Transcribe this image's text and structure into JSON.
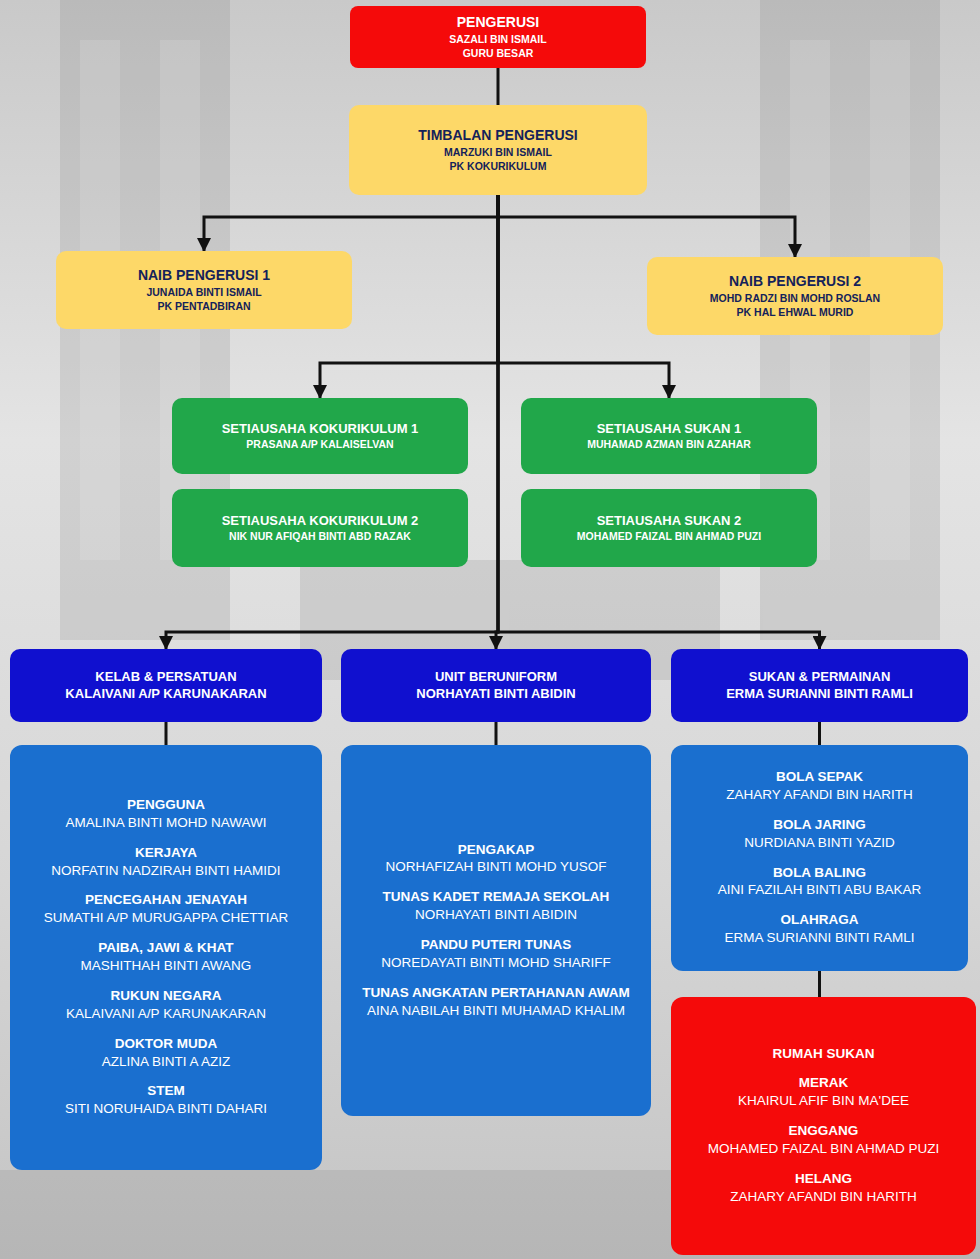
{
  "diagram": {
    "nodes": [
      {
        "text": [
          "PENGERUSI",
          "SAZALI BIN ISMAIL",
          "GURU BESAR"
        ]
      },
      {
        "text": [
          "TIMBALAN PENGERUSI",
          "MARZUKI BIN ISMAIL",
          "PK KOKURIKULUM"
        ]
      },
      {
        "text": [
          "NAIB PENGERUSI 1",
          "JUNAIDA BINTI ISMAIL",
          "PK PENTADBIRAN"
        ]
      },
      {
        "text": [
          "NAIB PENGERUSI 2",
          "MOHD RADZI BIN MOHD ROSLAN",
          "PK HAL EHWAL MURID"
        ]
      },
      {
        "text": [
          "SETIAUSAHA KOKURIKULUM 1",
          "PRASANA A/P KALAISELVAN"
        ]
      },
      {
        "text": [
          "SETIAUSAHA SUKAN 1",
          "MUHAMAD AZMAN BIN AZAHAR"
        ]
      },
      {
        "text": [
          "SETIAUSAHA KOKURIKULUM 2",
          "NIK NUR AFIQAH BINTI ABD RAZAK"
        ]
      },
      {
        "text": [
          "SETIAUSAHA SUKAN 2",
          "MOHAMED FAIZAL BIN AHMAD PUZI"
        ]
      },
      {
        "text": [
          "KELAB & PERSATUAN",
          "KALAIVANI A/P KARUNAKARAN"
        ]
      },
      {
        "text": [
          "UNIT BERUNIFORM",
          "NORHAYATI BINTI ABIDIN"
        ]
      },
      {
        "text": [
          "SUKAN & PERMAINAN",
          "ERMA SURIANNI BINTI RAMLI"
        ]
      },
      {
        "text": [
          "PENGGUNA",
          "AMALINA BINTI MOHD NAWAWI",
          "KERJAYA",
          "NORFATIN NADZIRAH BINTI HAMIDI",
          "PENCEGAHAN JENAYAH",
          "SUMATHI A/P MURUGAPPA CHETTIAR",
          "PAIBA, JAWI & KHAT",
          "MASHITHAH BINTI AWANG",
          "RUKUN NEGARA",
          "KALAIVANI A/P KARUNAKARAN",
          "DOKTOR MUDA",
          "AZLINA BINTI A AZIZ",
          "STEM",
          "SITI NORUHAIDA BINTI DAHARI"
        ]
      },
      {
        "text": [
          "PENGAKAP",
          "NORHAFIZAH BINTI MOHD YUSOF",
          "TUNAS KADET REMAJA SEKOLAH",
          "NORHAYATI BINTI ABIDIN",
          "PANDU PUTERI TUNAS",
          "NOREDAYATI BINTI MOHD SHARIFF",
          "TUNAS ANGKATAN PERTAHANAN AWAM",
          "AINA NABILAH BINTI MUHAMAD KHALIM"
        ]
      },
      {
        "text": [
          "BOLA SEPAK",
          "ZAHARY AFANDI BIN HARITH",
          "BOLA JARING",
          "NURDIANA BINTI YAZID",
          "BOLA BALING",
          "AINI FAZILAH BINTI ABU BAKAR",
          "OLAHRAGA",
          "ERMA SURIANNI BINTI RAMLI"
        ]
      },
      {
        "text": [
          "RUMAH SUKAN",
          "MERAK",
          "KHAIRUL AFIF BIN MA'DEE",
          "ENGGANG",
          "MOHAMED FAIZAL BIN AHMAD PUZI",
          "HELANG",
          "ZAHARY AFANDI BIN HARITH"
        ]
      }
    ],
    "edges": [
      {
        "from": 0,
        "to": 1,
        "arrow": "none"
      },
      {
        "from": 1,
        "to": 2,
        "arrow": "to"
      },
      {
        "from": 1,
        "to": 3,
        "arrow": "to"
      },
      {
        "from": 1,
        "to": 4,
        "arrow": "to"
      },
      {
        "from": 1,
        "to": 5,
        "arrow": "to"
      },
      {
        "from": 1,
        "to": 8,
        "arrow": "to"
      },
      {
        "from": 1,
        "to": 9,
        "arrow": "to"
      },
      {
        "from": 1,
        "to": 10,
        "arrow": "to"
      },
      {
        "from": 8,
        "to": 11,
        "arrow": "none"
      },
      {
        "from": 9,
        "to": 12,
        "arrow": "none"
      },
      {
        "from": 10,
        "to": 13,
        "arrow": "none"
      },
      {
        "from": 13,
        "to": 14,
        "arrow": "none"
      }
    ]
  }
}
